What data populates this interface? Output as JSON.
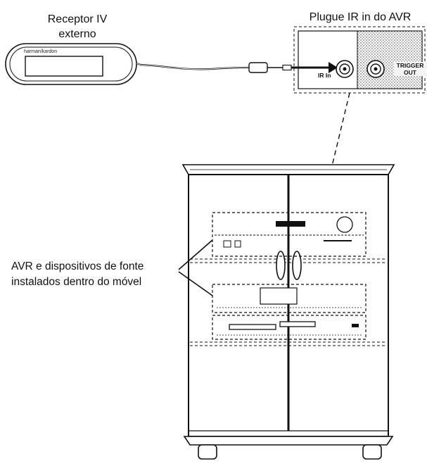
{
  "labels": {
    "external_receiver": [
      "Receptor IV",
      "externo"
    ],
    "ir_plug": "Plugue IR in do AVR",
    "cabinet_devices": [
      "AVR e dispositivos de fonte",
      "instalados dentro do móvel"
    ],
    "ir_in_jack": "IR In",
    "trigger_out_jack": [
      "TRIGGER",
      "OUT"
    ],
    "brand": "harman/kardon"
  }
}
